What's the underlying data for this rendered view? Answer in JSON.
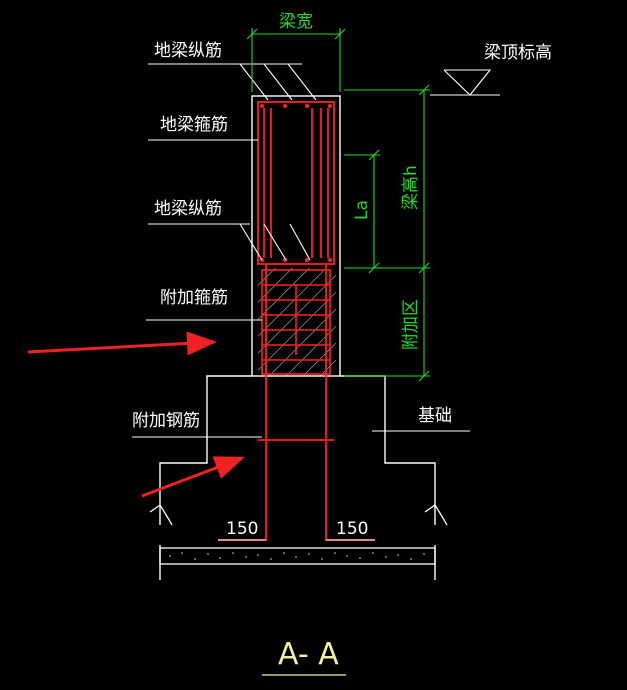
{
  "labels": {
    "beam_width": "梁宽",
    "beam_top_elevation": "梁顶标高",
    "beam_longitudinal_top": "地梁纵筋",
    "beam_stirrup": "地梁箍筋",
    "beam_longitudinal_bottom": "地梁纵筋",
    "additional_stirrup": "附加箍筋",
    "additional_rebar": "附加钢筋",
    "foundation": "基础",
    "anchorage_length": "La",
    "beam_height": "梁高h",
    "additional_zone": "附加区",
    "left_dim": "150",
    "right_dim": "150",
    "section_title": "A- A"
  },
  "colors": {
    "background": "#000000",
    "outline": "#ffffff",
    "rebar": "#ff2020",
    "dimension": "#22dd22",
    "title": "#f5f0a0",
    "arrow": "#ee2222"
  }
}
